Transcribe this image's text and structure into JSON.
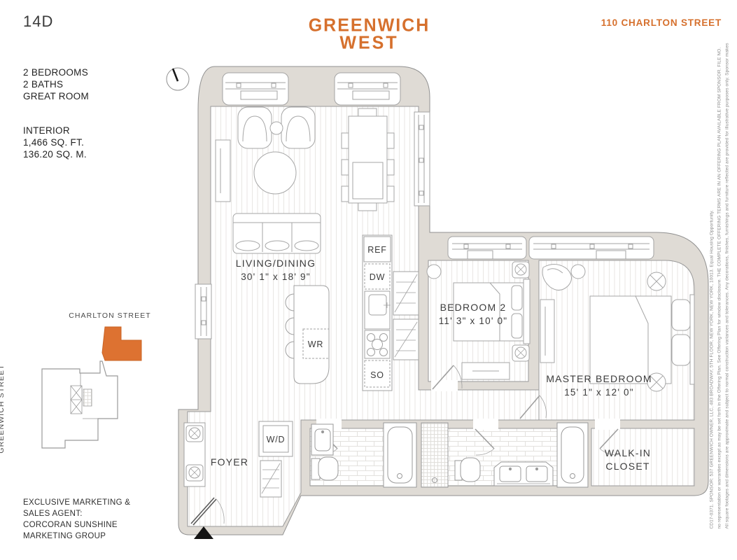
{
  "header": {
    "unit": "14D",
    "logo_line1": "GREENWICH",
    "logo_line2": "WEST",
    "address": "110 CHARLTON STREET"
  },
  "info": {
    "features": [
      "2 BEDROOMS",
      "2 BATHS",
      "GREAT ROOM"
    ],
    "area_label": "INTERIOR",
    "area_sqft": "1,466 SQ. FT.",
    "area_sqm": "136.20 SQ. M."
  },
  "key_plan": {
    "street_top": "CHARLTON STREET",
    "street_left": "GREENWICH STREET"
  },
  "agent": {
    "lines": [
      "EXCLUSIVE MARKETING &",
      "SALES AGENT:",
      "CORCORAN SUNSHINE",
      "MARKETING GROUP"
    ]
  },
  "rooms": {
    "living": {
      "name": "LIVING/DINING",
      "dims": "30' 1\" x 18' 9\""
    },
    "bedroom2": {
      "name": "BEDROOM 2",
      "dims": "11' 3\" x 10' 0\""
    },
    "master": {
      "name": "MASTER BEDROOM",
      "dims": "15' 1\" x 12' 0\""
    },
    "wic": {
      "line1": "WALK-IN",
      "line2": "CLOSET"
    },
    "foyer": {
      "name": "FOYER"
    }
  },
  "appliances": {
    "ref": "REF",
    "dw": "DW",
    "wr": "WR",
    "so": "SO",
    "wd": "W/D"
  },
  "disclaimer": {
    "lines": [
      "All square footages and dimensions are approximate and subject to normal construction variances and tolerances. Any decorations, finishes, furnishings and furniture reflected are provided for illustrative purposes only. Sponsor makes",
      "no representation or warranties except as may be set forth in the Offering Plan. See Offering Plan for window disclosure. THE COMPLETE OFFERING TERMS ARE IN AN OFFERING PLAN AVAILABLE FROM SPONSOR. FILE NO.",
      "CD17-0371. SPONSOR: 537 GREENWICH OWNER, LLC, 483 BROADWAY, 5TH FLOOR, NEW YORK, NEW YORK, 10013. Equal Housing Opportunity."
    ]
  },
  "colors": {
    "accent": "#dd7231",
    "wall": "#dfdbd5",
    "line": "#919191"
  }
}
